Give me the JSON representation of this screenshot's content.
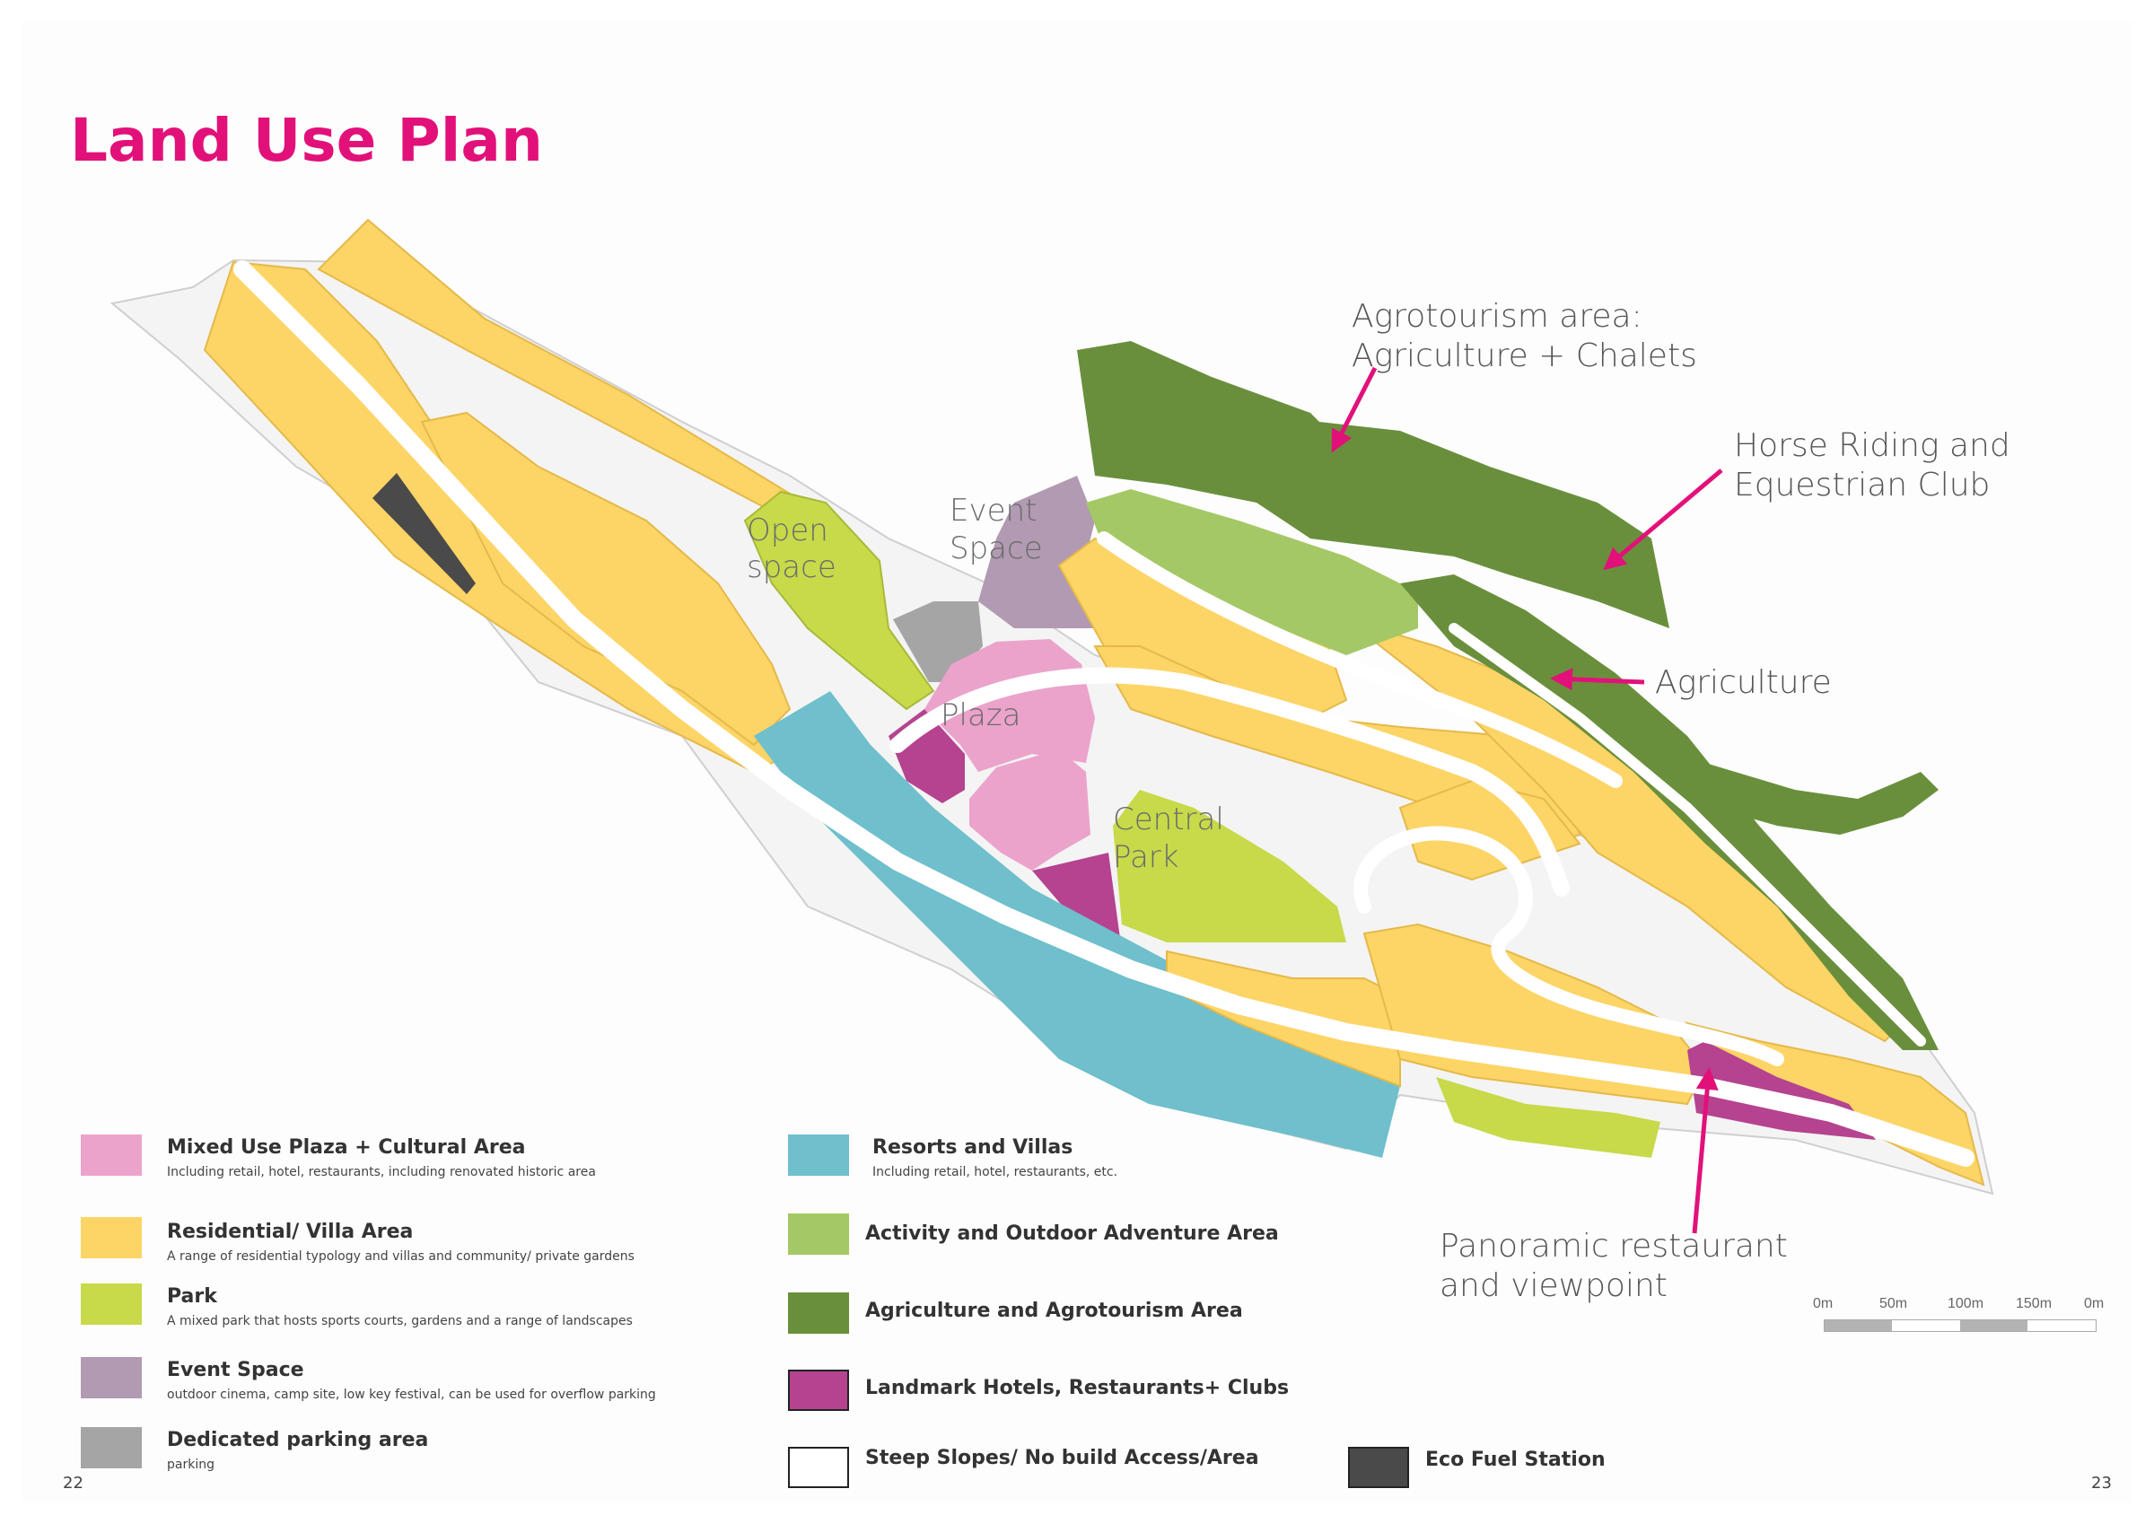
{
  "title": "Land Use Plan",
  "map_labels": {
    "open_space_1": "Open",
    "open_space_2": "space",
    "event_space_1": "Event",
    "event_space_2": "Space",
    "plaza": "Plaza",
    "central_park_1": "Central",
    "central_park_2": "Park",
    "agrotourism_1": "Agrotourism area:",
    "agrotourism_2": "Agriculture +  Chalets",
    "horse_1": "Horse Riding and",
    "horse_2": "Equestrian Club",
    "agriculture": "Agriculture",
    "panoramic_1": "Panoramic restaurant",
    "panoramic_2": "and viewpoint"
  },
  "colors": {
    "accent": "#e2117a",
    "mixed_use": "#eba3cb",
    "residential": "#fdd466",
    "park": "#c8d94a",
    "event_space": "#b19ab2",
    "parking": "#a5a5a5",
    "resorts": "#6fbfcc",
    "activity": "#a4c866",
    "agriculture": "#6a8f3c",
    "landmark": "#b5438f",
    "steep": "#ffffff",
    "eco_fuel": "#4a4a4a"
  },
  "legend": {
    "left": [
      {
        "key": "mixed_use",
        "title": "Mixed Use Plaza + Cultural Area",
        "sub": "Including retail, hotel, restaurants, including renovated historic area"
      },
      {
        "key": "residential",
        "title": "Residential/ Villa Area",
        "sub": "A range of  residential typology and villas and community/ private gardens"
      },
      {
        "key": "park",
        "title": "Park",
        "sub": "A mixed park that hosts sports courts, gardens and a range of landscapes"
      },
      {
        "key": "event_space",
        "title": "Event Space",
        "sub": "outdoor cinema, camp site, low key festival, can be used for overflow parking"
      },
      {
        "key": "parking",
        "title": "Dedicated parking area",
        "sub": "parking"
      }
    ],
    "middle": [
      {
        "key": "resorts",
        "title": "Resorts and Villas",
        "sub": "Including retail, hotel, restaurants, etc."
      },
      {
        "key": "activity",
        "title": "Activity and Outdoor Adventure Area"
      },
      {
        "key": "agriculture",
        "title": "Agriculture and Agrotourism Area"
      },
      {
        "key": "landmark",
        "title": "Landmark Hotels, Restaurants+ Clubs"
      },
      {
        "key": "steep",
        "title": "Steep Slopes/ No build Access/Area"
      }
    ],
    "right": [
      {
        "key": "eco_fuel",
        "title": "Eco Fuel Station"
      }
    ]
  },
  "scale_bar": [
    "0m",
    "50m",
    "100m",
    "150m",
    "0m"
  ],
  "page_numbers": {
    "left": "22",
    "right": "23"
  }
}
